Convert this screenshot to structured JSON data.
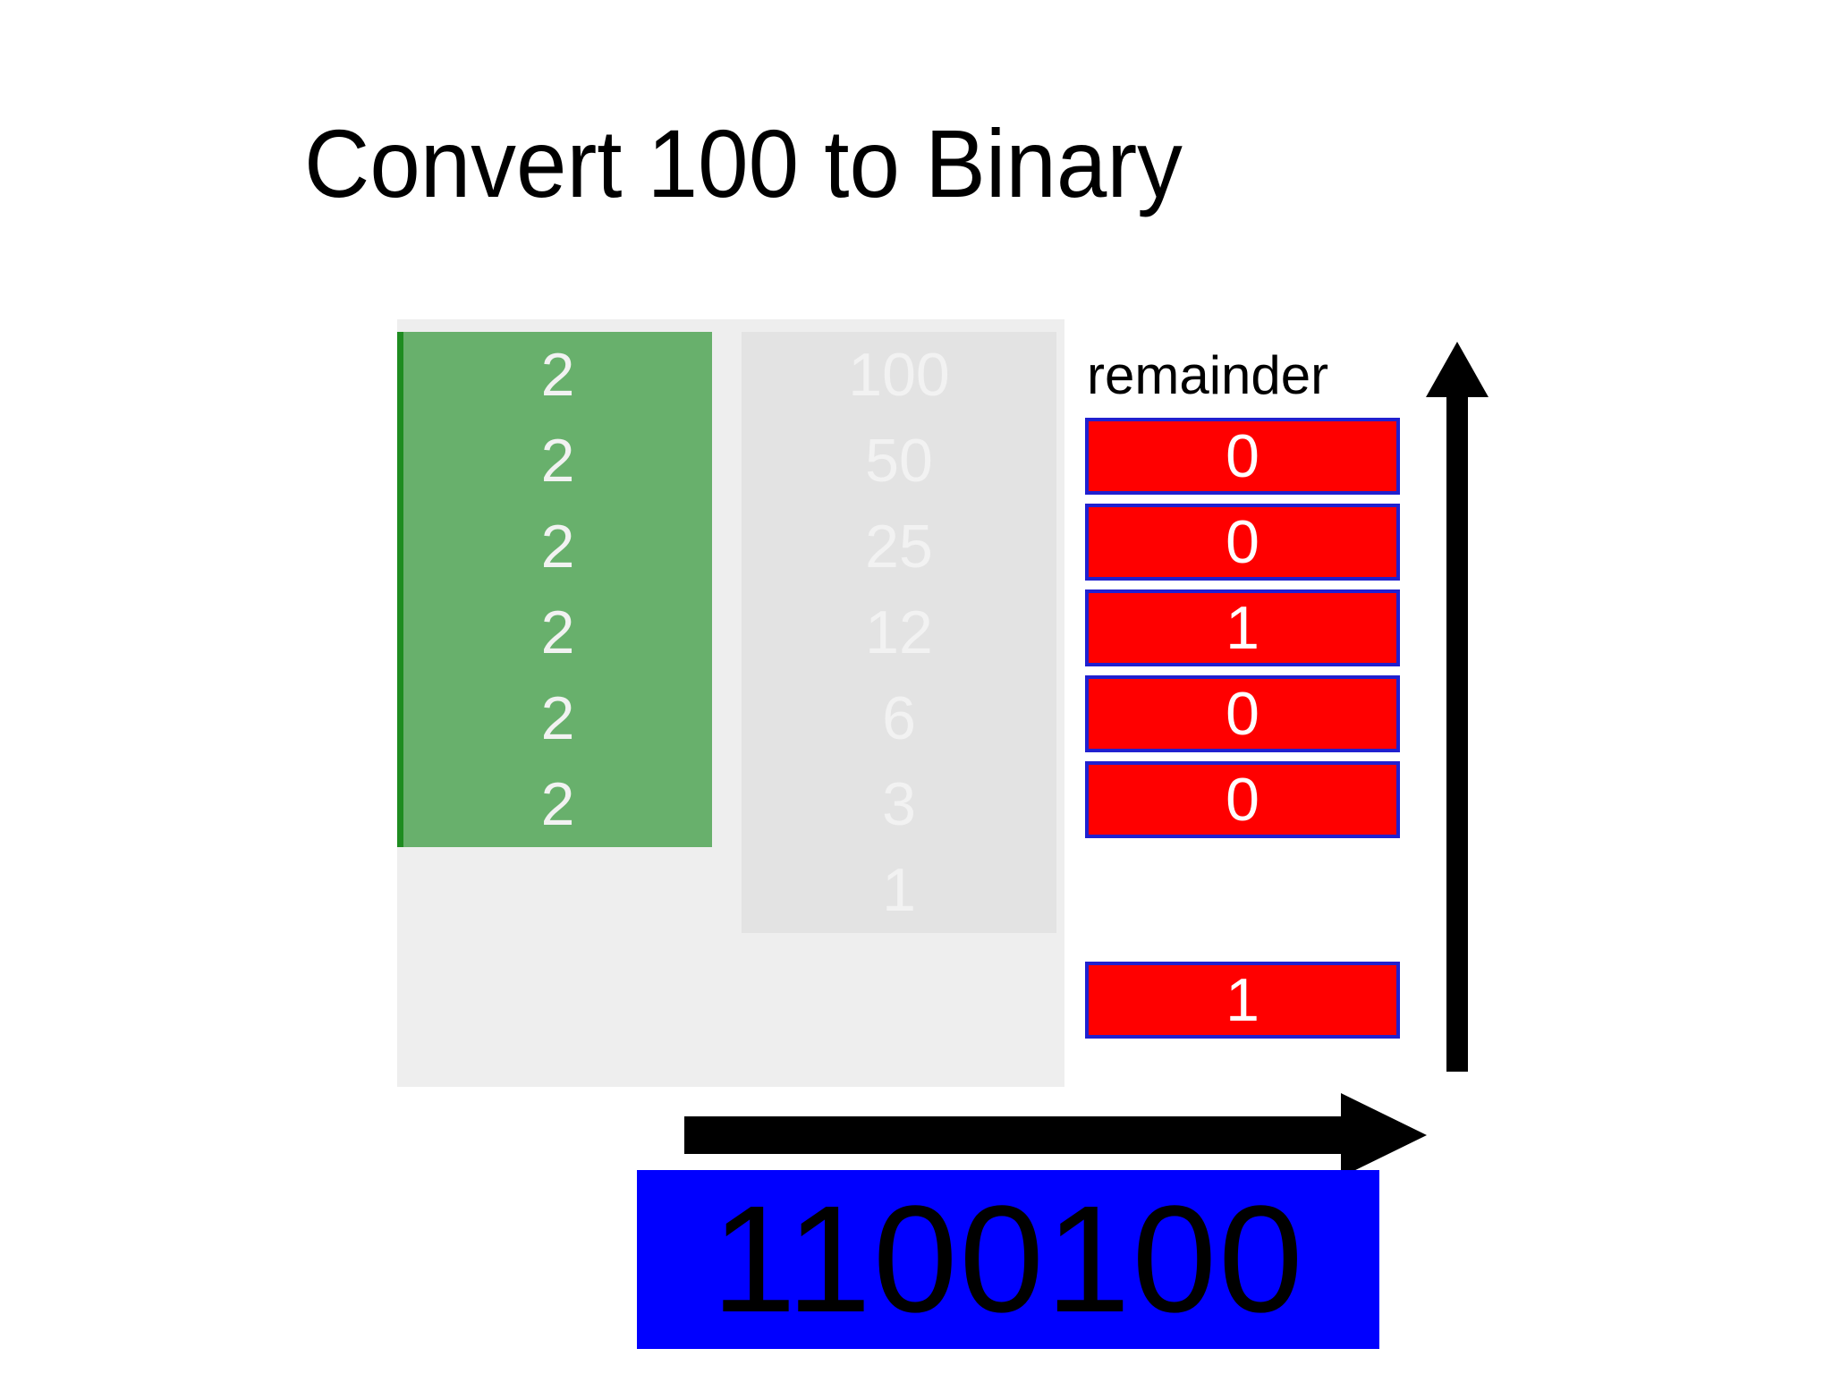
{
  "slide": {
    "title": "Convert 100 to Binary",
    "background_color": "#FFFFFF"
  },
  "colors": {
    "divisor_fill": "#68B06C",
    "divisor_border": "#1E8C20",
    "quotient_fill": "#E3E3E3",
    "quotient_text": "#F2F2F2",
    "panel_fill": "#EEEEEE",
    "remainder_fill": "#FF0000",
    "remainder_border": "#2020CF",
    "remainder_text": "#FFFFFF",
    "result_fill": "#0000FF",
    "result_text": "#000000",
    "arrow_color": "#000000"
  },
  "division_table": {
    "remainder_header": "remainder",
    "rows": [
      {
        "divisor": "2",
        "quotient": "100",
        "remainder": ""
      },
      {
        "divisor": "2",
        "quotient": "50",
        "remainder": "0"
      },
      {
        "divisor": "2",
        "quotient": "25",
        "remainder": "0"
      },
      {
        "divisor": "2",
        "quotient": "12",
        "remainder": "1"
      },
      {
        "divisor": "2",
        "quotient": "6",
        "remainder": "0"
      },
      {
        "divisor": "2",
        "quotient": "3",
        "remainder": "0"
      },
      {
        "divisor": "",
        "quotient": "1",
        "remainder": "1"
      }
    ]
  },
  "arrows": {
    "up_arrow_name": "read-remainders-upward-arrow",
    "right_arrow_name": "write-result-rightward-arrow"
  },
  "result": {
    "value": "1100100"
  }
}
